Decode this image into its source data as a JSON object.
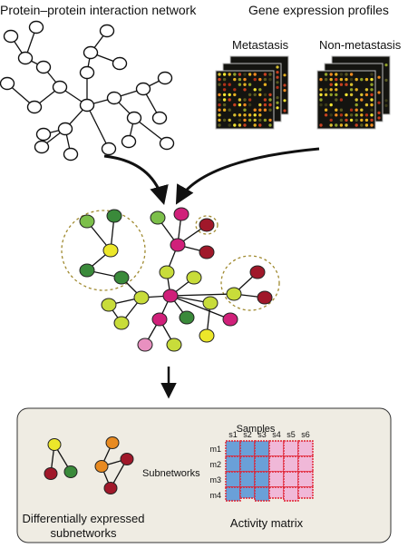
{
  "labels": {
    "ppi_title": "Protein–protein interaction network",
    "gene_title": "Gene expression profiles",
    "metastasis": "Metastasis",
    "non_metastasis": "Non-metastasis",
    "subnetworks": "Subnetworks",
    "diff_line1": "Differentially expressed",
    "diff_line2": "subnetworks",
    "activity_matrix": "Activity matrix",
    "samples": "Samples"
  },
  "sample_cols": [
    "s1",
    "s2",
    "s3",
    "s4",
    "s5",
    "s6"
  ],
  "module_rows": [
    "m1",
    "m2",
    "m3",
    "m4"
  ],
  "colors": {
    "dark_green": "#3a8a3a",
    "light_green": "#7cbf4a",
    "yellow": "#ece72a",
    "yellow_green": "#c8dc3a",
    "magenta": "#d0207a",
    "dark_red": "#a0182a",
    "pink": "#e070b0",
    "light_pink": "#e890c0",
    "orange": "#e88a20",
    "matrix_blue": "#6aa0d8",
    "matrix_pink": "#f0b8d8",
    "matrix_red": "#e02030",
    "panel_bg": "#efece3"
  }
}
